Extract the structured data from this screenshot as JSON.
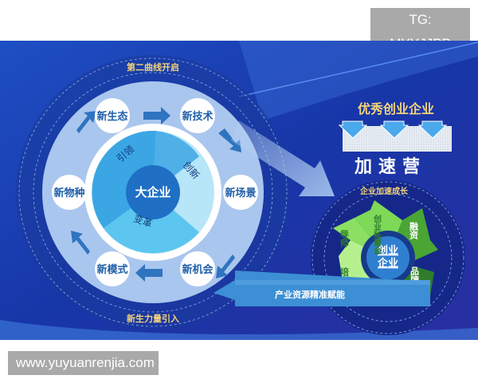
{
  "watermark_top": "TG: MYYJJPP",
  "watermark_bottom": "www.yuyuanrenjia.com",
  "left_cycle": {
    "top_label": "第二曲线开启",
    "bottom_label": "新生力量引入",
    "center": "大企业",
    "inner_segments": [
      "引领",
      "创新",
      "变革"
    ],
    "nodes": [
      "新生态",
      "新技术",
      "新场景",
      "新机会",
      "新模式",
      "新物种"
    ]
  },
  "accelerator": {
    "title": "优秀创业企业",
    "name": "加速营"
  },
  "right_cycle": {
    "top_label": "企业加速成长",
    "center": [
      "创业",
      "企业"
    ],
    "segments": [
      "创业私董会",
      "融资",
      "品牌",
      "培训",
      "导师"
    ]
  },
  "bottom_arrow_label": "产业资源精准赋能",
  "colors": {
    "background": "#1a3db0",
    "gold": "#f2d27a",
    "green": "#6cc93a",
    "light_blue": "#a9c6ee"
  }
}
